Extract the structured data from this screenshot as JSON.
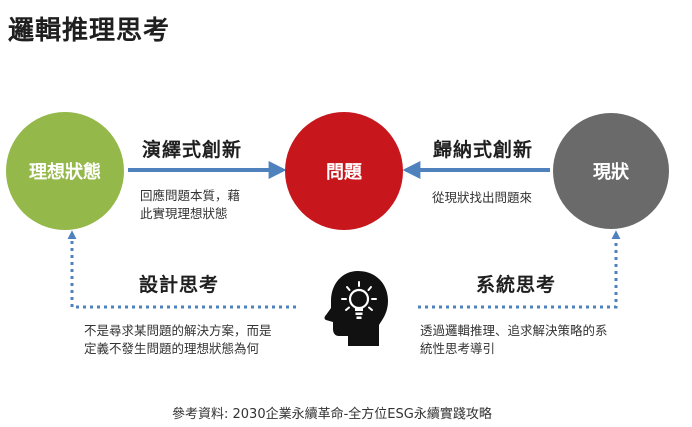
{
  "title": "邏輯推理思考",
  "nodes": {
    "ideal": "理想狀態",
    "problem": "問題",
    "current": "現狀"
  },
  "edges": {
    "deductive": {
      "title": "演繹式創新",
      "desc_line1": "回應問題本質，藉",
      "desc_line2": "此實現理想狀態"
    },
    "inductive": {
      "title": "歸納式創新",
      "desc": "從現狀找出問題來"
    },
    "design_thinking": {
      "title": "設計思考",
      "desc_line1": "不是尋求某問題的解決方案，而是",
      "desc_line2": "定義不發生問題的理想狀態為何"
    },
    "systems_thinking": {
      "title": "系統思考",
      "desc_line1": "透過邏輯推理、追求解決策略的系",
      "desc_line2": "統性思考導引"
    }
  },
  "center_icon": "head-lightbulb-icon",
  "colors": {
    "ideal": "#94b84a",
    "problem": "#c8161d",
    "current": "#6a6a6a",
    "arrow": "#4f81bd"
  },
  "reference": "參考資料: 2030企業永續革命-全方位ESG永續實踐攻略"
}
